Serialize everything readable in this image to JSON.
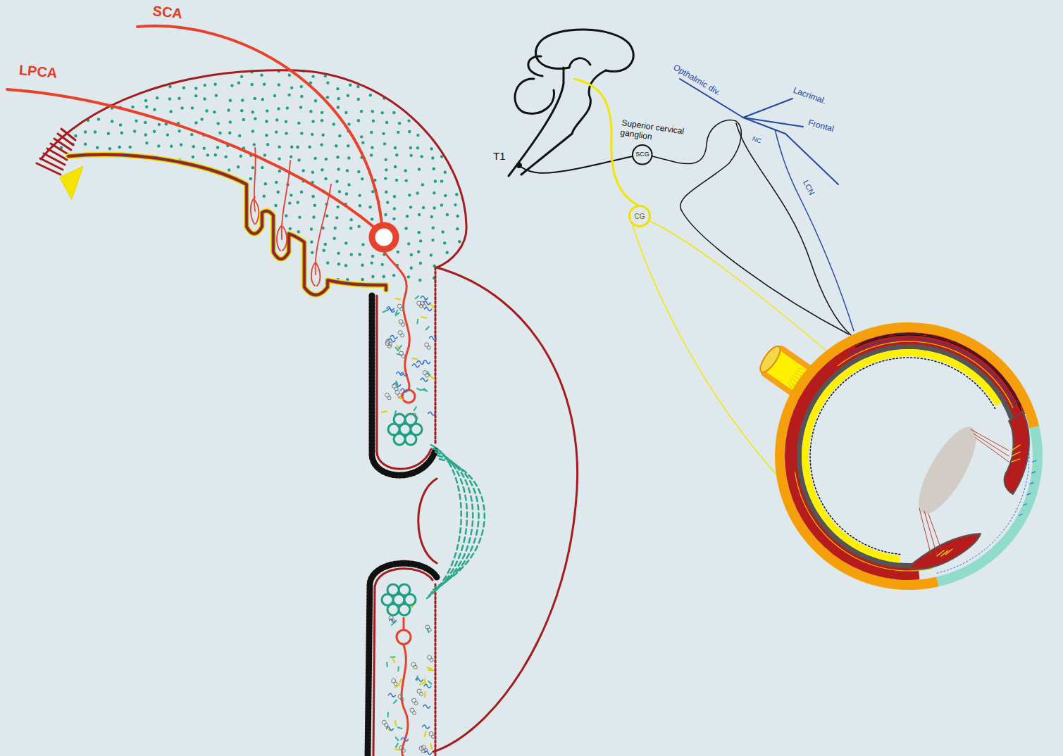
{
  "diagram": {
    "nodes": [
      {
        "text": [
          "Superior cervical ganglion",
          "SCG"
        ]
      },
      {
        "text": [
          "CG"
        ]
      }
    ],
    "labels": [
      "SCA",
      "LPCA",
      "T1",
      "Opthalmic div.",
      "Lacrimal.",
      "Frontal",
      "NC",
      "LCN"
    ]
  }
}
